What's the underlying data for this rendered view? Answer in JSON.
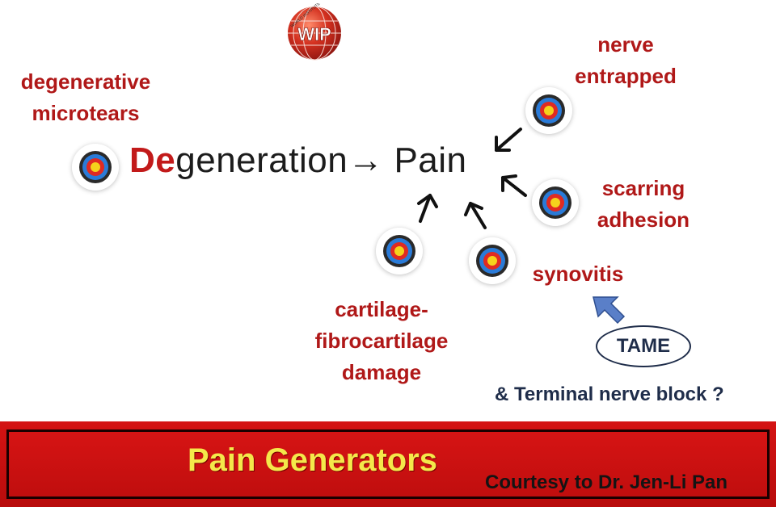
{
  "logo": {
    "brand_letters": "WIP",
    "ring_text": "WORLD INSTITUTE OF PAIN",
    "globe_color": "#c7261e"
  },
  "colors": {
    "label_red": "#b01818",
    "accent_red": "#c21a1a",
    "navy": "#1f2d4a",
    "footer_red": "#c8100f",
    "footer_title_yellow": "#f4e84a"
  },
  "diagram": {
    "title_prefix": "De",
    "title_rest": "generation",
    "title_arrow": "→",
    "title_target": "Pain",
    "generators": {
      "degenerative_microtears": [
        "degenerative",
        "microtears"
      ],
      "nerve_entrapped": [
        "nerve",
        "entrapped"
      ],
      "scarring_adhesion": [
        "scarring",
        "adhesion"
      ],
      "synovitis": [
        "synovitis"
      ],
      "cartilage_damage": [
        "cartilage-",
        "fibrocartilage",
        "damage"
      ]
    },
    "icons": [
      "target-icon",
      "arrow-icon",
      "blue-arrow-icon"
    ]
  },
  "treatment": {
    "tame_label": "TAME",
    "nerve_block_note": "& Terminal nerve block ?"
  },
  "footer": {
    "title": "Pain Generators",
    "courtesy": "Courtesy to Dr. Jen-Li Pan"
  }
}
